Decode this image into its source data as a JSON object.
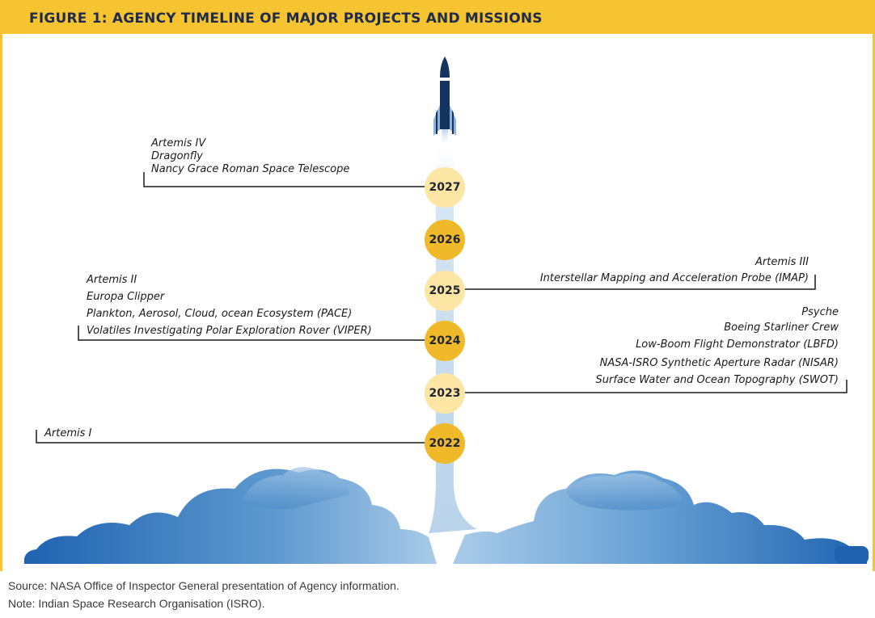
{
  "header": {
    "title": "FIGURE 1: AGENCY TIMELINE OF MAJOR PROJECTS AND MISSIONS"
  },
  "timeline": {
    "years": [
      "2027",
      "2026",
      "2025",
      "2024",
      "2023",
      "2022"
    ],
    "missions": {
      "y2027": [
        "Artemis IV",
        "Dragonfly",
        "Nancy Grace Roman Space Telescope"
      ],
      "y2025": [
        "Artemis III",
        "Interstellar Mapping and Acceleration Probe (IMAP)"
      ],
      "y2024": [
        "Artemis II",
        "Europa Clipper",
        "Plankton, Aerosol, Cloud, ocean Ecosystem (PACE)",
        "Volatiles Investigating Polar Exploration Rover (VIPER)"
      ],
      "y2023": [
        "Psyche",
        "Boeing Starliner Crew",
        "Low-Boom Flight Demonstrator (LBFD)",
        "NASA-ISRO Synthetic Aperture Radar (NISAR)",
        "Surface Water and Ocean Topography (SWOT)"
      ],
      "y2022": [
        "Artemis I"
      ]
    }
  },
  "footer": {
    "source": "Source: NASA Office of Inspector General presentation of Agency information.",
    "note": "Note: Indian Space Research Organisation (ISRO)."
  },
  "colors": {
    "header": "#f6c431",
    "year_light": "#fde6a4",
    "year_dark": "#f0b92a",
    "rocket": "#14345f",
    "cloud": "#2f73bd"
  }
}
